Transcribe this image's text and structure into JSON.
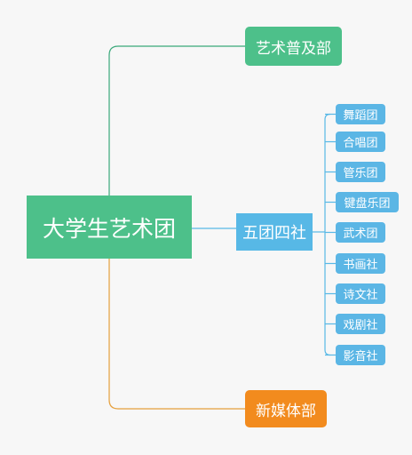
{
  "colors": {
    "background": "#f7f7f7",
    "root": "#4dc08a",
    "art_branch": "#4dc08a",
    "five_branch": "#57b8e6",
    "leaf": "#5bb6e5",
    "media_branch": "#f28b1e",
    "line_art": "#3aa87a",
    "line_five": "#57b8e6",
    "line_media": "#e6a03c"
  },
  "root": {
    "label": "大学生艺术团"
  },
  "branches": {
    "art": {
      "label": "艺术普及部"
    },
    "five": {
      "label": "五团四社"
    },
    "media": {
      "label": "新媒体部"
    }
  },
  "leaves": [
    {
      "label": "舞蹈团"
    },
    {
      "label": "合唱团"
    },
    {
      "label": "管乐团"
    },
    {
      "label": "键盘乐团"
    },
    {
      "label": "武术团"
    },
    {
      "label": "书画社"
    },
    {
      "label": "诗文社"
    },
    {
      "label": "戏剧社"
    },
    {
      "label": "影音社"
    }
  ]
}
